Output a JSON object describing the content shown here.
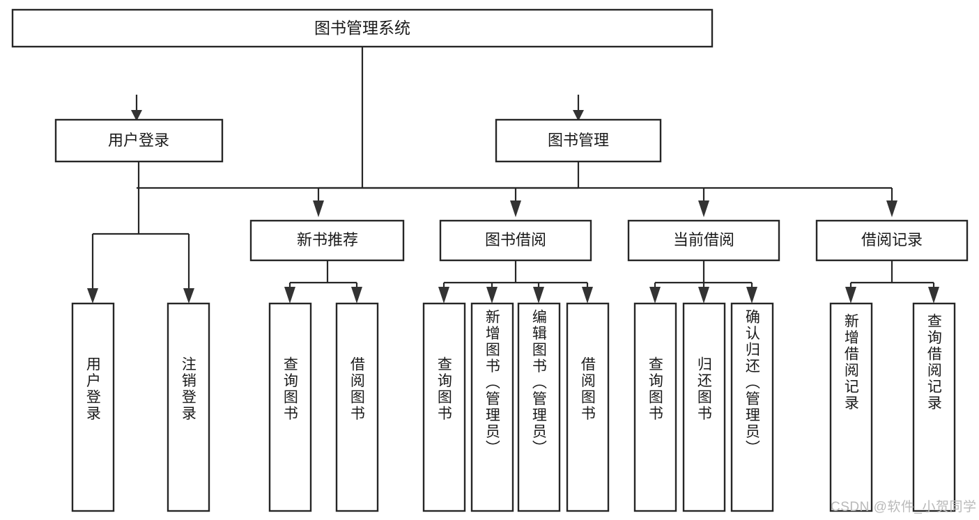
{
  "diagram": {
    "type": "tree-hierarchy",
    "title": "图书管理系统",
    "watermark": "CSDN @软件_小贺同学",
    "colors": {
      "box_stroke": "#262626",
      "box_fill": "#ffffff",
      "text": "#1a1a1a",
      "connector": "#262626",
      "watermark": "#b9b9b9",
      "background": "#ffffff"
    },
    "levels": {
      "root": {
        "label": "图书管理系统"
      },
      "level2": [
        {
          "label": "用户登录"
        },
        {
          "label": "图书管理"
        }
      ],
      "level3": [
        {
          "label": "新书推荐"
        },
        {
          "label": "图书借阅"
        },
        {
          "label": "当前借阅"
        },
        {
          "label": "借阅记录"
        }
      ],
      "leaves": [
        {
          "label": "用户登录",
          "parent": "用户登录"
        },
        {
          "label": "注销登录",
          "parent": "用户登录"
        },
        {
          "label": "查询图书",
          "parent": "新书推荐"
        },
        {
          "label": "借阅图书",
          "parent": "新书推荐"
        },
        {
          "label": "查询图书",
          "parent": "图书借阅"
        },
        {
          "label": "新增图书（管理员）",
          "parent": "图书借阅"
        },
        {
          "label": "编辑图书（管理员）",
          "parent": "图书借阅"
        },
        {
          "label": "借阅图书",
          "parent": "图书借阅"
        },
        {
          "label": "查询图书",
          "parent": "当前借阅"
        },
        {
          "label": "归还图书",
          "parent": "当前借阅"
        },
        {
          "label": "确认归还（管理员）",
          "parent": "当前借阅"
        },
        {
          "label": "新增借阅记录",
          "parent": "借阅记录"
        },
        {
          "label": "查询借阅记录",
          "parent": "借阅记录"
        }
      ]
    }
  }
}
